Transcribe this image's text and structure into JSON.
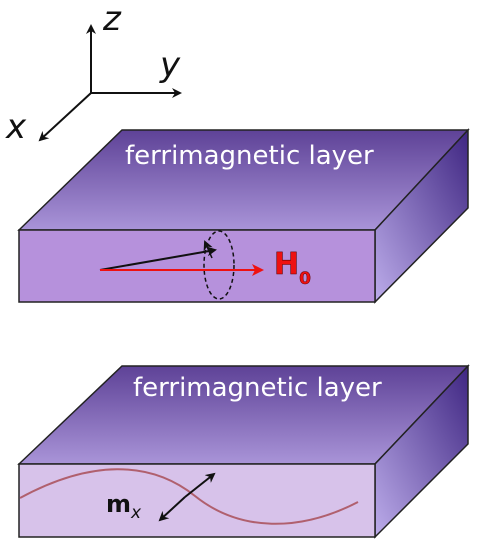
{
  "axes": {
    "z_label": "z",
    "y_label": "y",
    "x_label": "x"
  },
  "top_layer": {
    "label": "ferrimagnetic layer",
    "field_symbol": "H",
    "field_subscript": "0",
    "field_color": "#ee1111"
  },
  "bottom_layer": {
    "label": "ferrimagnetic layer",
    "magnetization_symbol": "m",
    "magnetization_subscript": "x",
    "wave_color": "#b0606e"
  },
  "colors": {
    "top_face_dark": "#6a4fa3",
    "top_face_light": "#a791d6",
    "side_face_dark": "#4b2f8e",
    "side_face_light": "#b8a7e6",
    "front_face_top_layer": "#b691dc",
    "front_face_bottom_layer": "#d7c2ea",
    "outline": "#222222"
  },
  "icons": {
    "precession_orbit": "dashed-ellipse",
    "arrows": "arrow-head"
  }
}
